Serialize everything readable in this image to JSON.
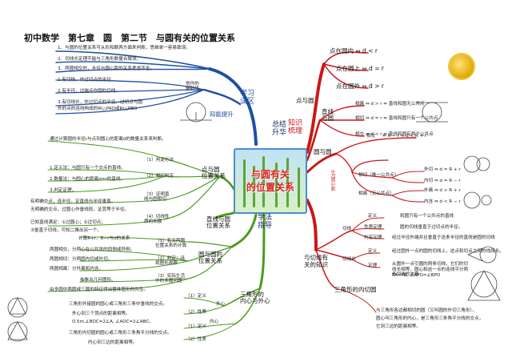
{
  "header": {
    "title": "初中数学　第七章　圆　第二节　与圆有关的位置关系"
  },
  "center": {
    "title_line1": "与圆有关",
    "title_line2": "的位置关系"
  },
  "branches": {
    "review": {
      "label": "学习\n误区",
      "total": "总结\n升华",
      "improve": "知能提升",
      "aux": "常作的\n辅助线"
    },
    "know": {
      "label": "知识\n梳理"
    },
    "guide": {
      "label": "学法\n指导"
    }
  },
  "top_left_notes": [
    "1、与圆的位置关系可从形和数两方面来判断，思维单一容易致误。",
    "2、切线长定理不能与三角形数量合致误。",
    "3、两圆相交时，半径与圆心距的关系考虑不全。"
  ],
  "aux_notes": [
    "1.有切线，作过切点的半径。",
    "2.有半径，过端点作圆的切线。",
    "3.有切线长，作过切点的半径、过切点与圆",
    "外的点的连线构成的Rt△PAO或Rt△PBO"
  ],
  "right_top": {
    "point_circle": "点与圆",
    "items": [
      "点在圆内 ⇔ d < r",
      "点在圆上 ⇔ d = r",
      "点在圆外 ⇔ d > r"
    ]
  },
  "line_circle": {
    "label": "直线\n与圆",
    "items": [
      "相离 ⇔ d > r ⇔ 直线和圆无公共点",
      "相切 ⇔ d = r ⇔ 直线和圆只有一个公共点",
      "相交 ⇔ d < r ⇔ 直线和圆有两个公共点"
    ]
  },
  "circle_circle": {
    "label": "圆与圆",
    "d_label": "d为圆心距",
    "intersect": "相交",
    "intersect_rule": "⇔ R − r < d < R + r",
    "tangent": "相切（唯一公共点）",
    "tangent_items": [
      "外切 ⇔ d = R + r",
      "内切 ⇔ d = R − r"
    ],
    "separate": "相离（无公共点）",
    "separate_items": [
      "外离 ⇔ d > R + r",
      "内含 ⇔ d < R − r"
    ]
  },
  "tangent_knowledge": {
    "label": "与切线有\n关的知识",
    "tangent_line": "切线",
    "defs": [
      [
        "定义",
        "和圆只有一个公共点的直线"
      ],
      [
        "性质定理",
        "圆的切线垂直于过切点的半径。"
      ],
      [
        "判定定理",
        "经过半径外端并且垂直于这条半径的直线是圆的切线"
      ]
    ],
    "length": "切线长",
    "length_items": [
      [
        "定义",
        "经过圆外一点的圆的切线上，这点和切点之间的线段长。"
      ],
      [
        "定理",
        "从圆外一点引圆的两条切线，它们的切线长相等，圆心和这一点的连线平分两条切线的夹角",
        ""
      ]
    ],
    "length_formula": "PA=PB, ∠APO=∠BPO",
    "incircle": "三角形的内切圆",
    "incircle_note": [
      "与三角形各边都相切的圆（又叫圆的外切三角形），",
      "圆心叫三角形的内心，是三角形三条角平分线的交点，",
      "它到三边的距离相等。"
    ]
  },
  "left_mid": {
    "title": "点与圆\n位置关系",
    "judge": "（1）判定方法",
    "judge_notes": [
      "通过计算圆的半径r与点到圆心的距离d的数量关系来判断。"
    ],
    "pos": "（2）相切判定",
    "pos_notes": [
      "1.定义法：与圆只有一个交点的直线。",
      "2.数量法：与圆心的距离d=r的直线。",
      "3.判定定理。"
    ],
    "proof": "（3）证明直\n线与圆相切",
    "proof_notes": [
      "有明确交点，连半径，证直线与半径垂直。",
      "无明确的交点，过圆心作垂线段，证其等于半径。"
    ],
    "tangent_prop": "（4）切线性\n质的拓展",
    "tangent_prop_notes": [
      "已知直线满足：①过圆心；②过切点；",
      "③垂直于切线，可知二推出另一个。"
    ],
    "line_title": "直线与圆\n位置关系"
  },
  "left_circles": {
    "title": "圆与圆的\n位置关系",
    "items": [
      "（1）有关两圆\n位置关系的计算",
      "（2）判定：连\n观图形观察",
      "（3）实际生活\n中的多圆问题"
    ],
    "notes": [
      "计算R+r、R−r与d的关系",
      "两圆相交，分两心在公共弦的同侧或异侧。",
      "两圆相切：分两圆内切或外切。",
      "两圆相离：分外离和内含。",
      "抽象出几何图形。",
      "由多圆中两圆或三圆的特征得出整体图形的共性。"
    ]
  },
  "left_bottom": {
    "title": "三角形的\n内心与外心",
    "outer": "外心",
    "inner": "内心",
    "outer_def": "（1）定义",
    "outer_def_note": "三角形外接圆的圆心或三角形三条中垂线的交点。",
    "outer_prop": "（2）性质",
    "outer_prop_notes": [
      "外心到三个顶点的距离相等。",
      "O.5m.∠BOC=2∠A, ∠AOC=2∠ABC。"
    ],
    "inner_def": "（1）定义",
    "inner_def_note": "三角形内切圆的圆心或三角形三条角平分线的交点。",
    "inner_prop": "（2）性质",
    "inner_prop_note": "内心到三边的距离相等。"
  },
  "colors": {
    "blue": "#1f4fa3",
    "red": "#c91818",
    "green": "#4d9a1f",
    "navy": "#1b2a6b"
  }
}
